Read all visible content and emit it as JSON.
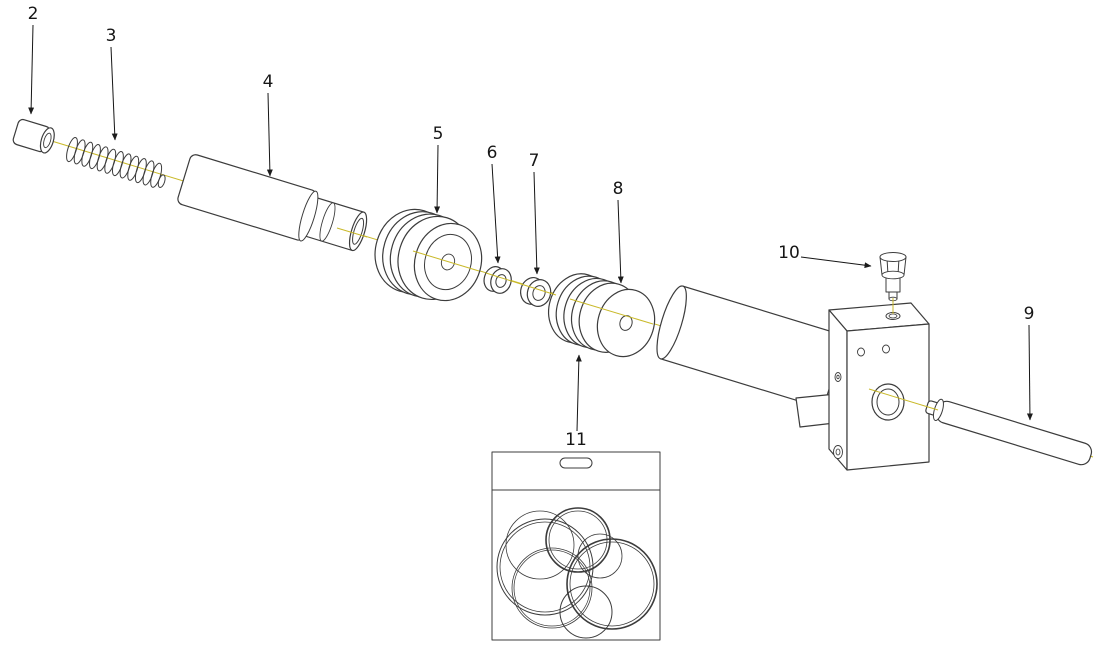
{
  "diagram": {
    "type": "exploded-parts-diagram",
    "line_color": "#3c3c3c",
    "accent_color": "#c9b929",
    "label_color": "#161616",
    "labels": [
      "2",
      "3",
      "4",
      "5",
      "6",
      "7",
      "8",
      "9",
      "10",
      "11"
    ]
  }
}
